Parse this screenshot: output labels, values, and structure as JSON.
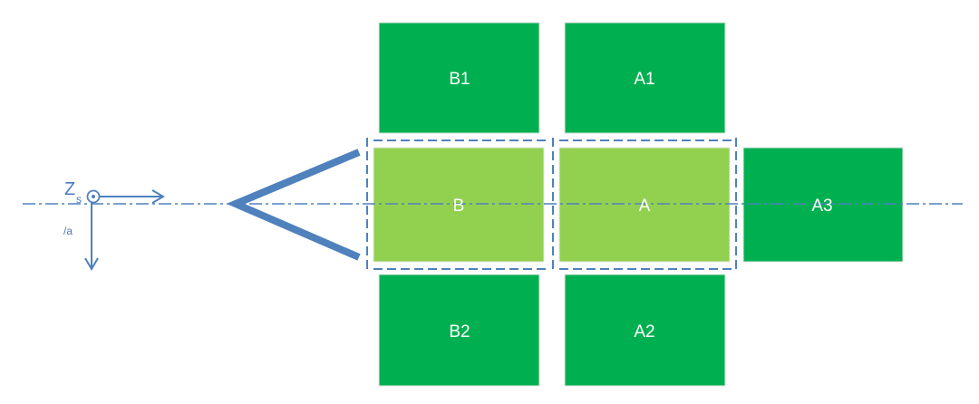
{
  "colors": {
    "dark_green": "#00b050",
    "light_green": "#92d050",
    "blue": "#4f81bd"
  },
  "boxes": {
    "b1": "B1",
    "a1": "A1",
    "b": "B",
    "a": "A",
    "a3": "A3",
    "b2": "B2",
    "a2": "A2"
  },
  "axis": {
    "z_label": "Z",
    "z_subscript": "s",
    "y_label": "/a"
  }
}
